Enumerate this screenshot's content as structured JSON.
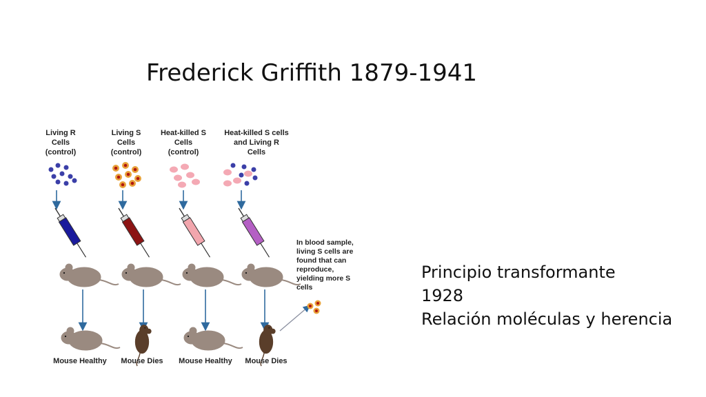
{
  "slide": {
    "title": "Frederick Griffith 1879-1941",
    "notes": [
      "Principio transformante",
      "1928",
      "Relación moléculas y herencia"
    ]
  },
  "diagram": {
    "columns": [
      {
        "label_lines": [
          "Living R",
          "Cells",
          "(control)"
        ],
        "cell_type": "R",
        "syringe_color": "#1a1a9c",
        "outcome": "Mouse Healthy"
      },
      {
        "label_lines": [
          "Living S",
          "Cells",
          "(control)"
        ],
        "cell_type": "S",
        "syringe_color": "#8c1414",
        "outcome": "Mouse Dies"
      },
      {
        "label_lines": [
          "Heat-killed S",
          "Cells",
          "(control)"
        ],
        "cell_type": "killed-S",
        "syringe_color": "#f2a6ad",
        "outcome": "Mouse Healthy"
      },
      {
        "label_lines": [
          "Heat-killed S cells",
          "and Living R",
          "Cells"
        ],
        "cell_type": "mixed",
        "syringe_color": "#b45fc4",
        "outcome": "Mouse Dies"
      }
    ],
    "note_lines": [
      "In blood sample,",
      "living S cells are",
      "found that can",
      "reproduce,",
      "yielding more S",
      "cells"
    ],
    "colors": {
      "r_cell": "#3b3fa8",
      "s_cell_outer": "#e8a23a",
      "s_cell_core": "#b0160f",
      "killed_cell": "#f4a9b4",
      "arrow": "#2f6a9e",
      "mouse_healthy": "#9a8a80",
      "mouse_dead": "#5a3e2a"
    }
  }
}
